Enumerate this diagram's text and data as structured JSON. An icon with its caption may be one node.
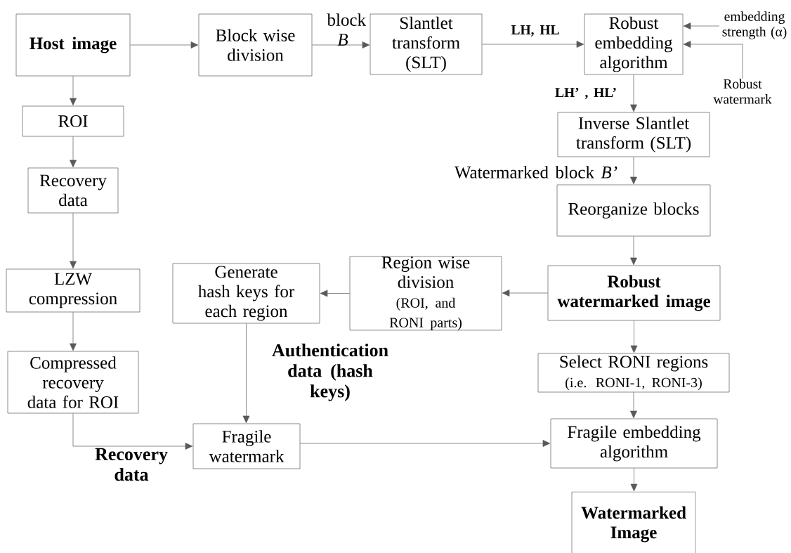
{
  "diagram": {
    "nodes": [
      {
        "text": [
          "Host image"
        ]
      },
      {
        "text": [
          "Block wise division"
        ]
      },
      {
        "text": [
          "Slantlet transform (SLT)"
        ]
      },
      {
        "text": [
          "Robust embedding algorithm"
        ]
      },
      {
        "text": [
          "embedding strength (α)"
        ]
      },
      {
        "text": [
          "Robust watermark"
        ]
      },
      {
        "text": [
          "ROI"
        ]
      },
      {
        "text": [
          "Inverse Slantlet transform (SLT)"
        ]
      },
      {
        "text": [
          "Recovery data"
        ]
      },
      {
        "text": [
          "Reorganize blocks"
        ]
      },
      {
        "text": [
          "LZW compression"
        ]
      },
      {
        "text": [
          "Generate hash keys for each region"
        ]
      },
      {
        "text": [
          "Region wise division",
          "(ROI, and RONI parts)"
        ]
      },
      {
        "text": [
          "Robust watermarked image"
        ]
      },
      {
        "text": [
          "Select RONI regions",
          "(i.e. RONI-1, RONI-3)"
        ]
      },
      {
        "text": [
          "Compressed recovery data for ROI"
        ]
      },
      {
        "text": [
          "Fragile watermark"
        ]
      },
      {
        "text": [
          "Fragile embedding algorithm"
        ]
      },
      {
        "text": [
          "Watermarked Image"
        ]
      }
    ],
    "edges": [
      {
        "from": 0,
        "to": 1,
        "arrow": "to"
      },
      {
        "from": 1,
        "to": 2,
        "arrow": "to",
        "label": "block *B*"
      },
      {
        "from": 2,
        "to": 3,
        "arrow": "to",
        "label": "LH, HL"
      },
      {
        "from": 4,
        "to": 3,
        "arrow": "to"
      },
      {
        "from": 5,
        "to": 3,
        "arrow": "to"
      },
      {
        "from": 0,
        "to": 6,
        "arrow": "to"
      },
      {
        "from": 3,
        "to": 7,
        "arrow": "to",
        "label": "LH’ , HL’"
      },
      {
        "from": 6,
        "to": 8,
        "arrow": "to"
      },
      {
        "from": 7,
        "to": 9,
        "arrow": "to",
        "label": "Watermarked block *B’*"
      },
      {
        "from": 8,
        "to": 10,
        "arrow": "to"
      },
      {
        "from": 9,
        "to": 13,
        "arrow": "to"
      },
      {
        "from": 13,
        "to": 12,
        "arrow": "to"
      },
      {
        "from": 12,
        "to": 11,
        "arrow": "to"
      },
      {
        "from": 10,
        "to": 15,
        "arrow": "to"
      },
      {
        "from": 11,
        "to": 16,
        "arrow": "to",
        "label": "Authentication data (hash keys)"
      },
      {
        "from": 13,
        "to": 14,
        "arrow": "to"
      },
      {
        "from": 15,
        "to": 16,
        "arrow": "to",
        "label": "Recovery data"
      },
      {
        "from": 16,
        "to": 17,
        "arrow": "to"
      },
      {
        "from": 14,
        "to": 17,
        "arrow": "to"
      },
      {
        "from": 17,
        "to": 18,
        "arrow": "to"
      }
    ]
  }
}
